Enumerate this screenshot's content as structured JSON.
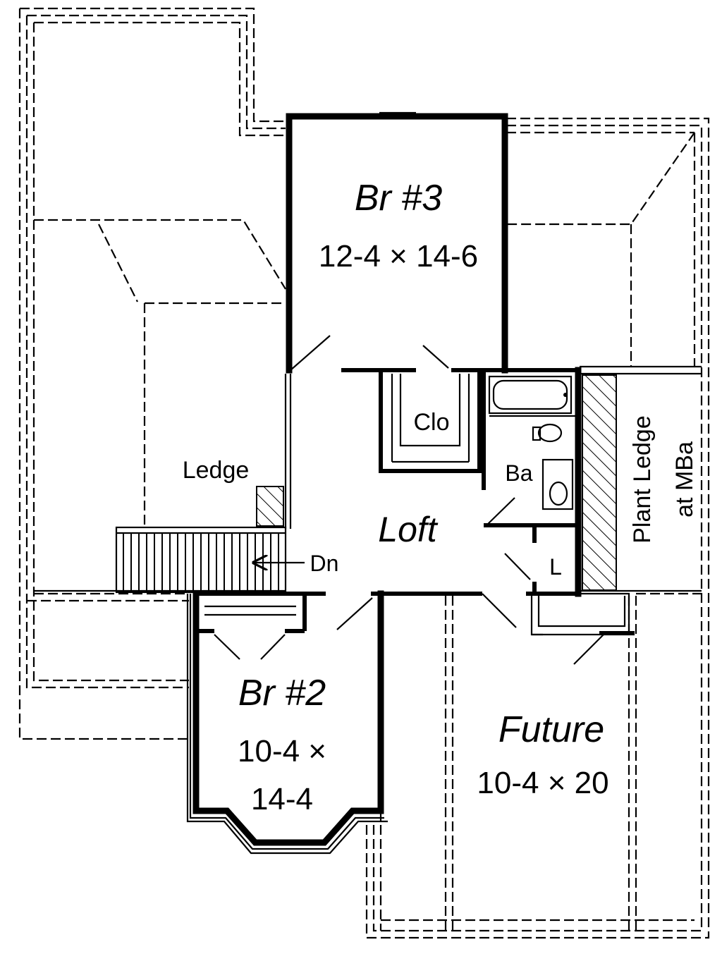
{
  "rooms": {
    "br3": {
      "name": "Br #3",
      "size": "12-4 × 14-6"
    },
    "br2": {
      "name": "Br #2",
      "size_line1": "10-4 ×",
      "size_line2": "14-4"
    },
    "future": {
      "name": "Future",
      "size": "10-4 × 20"
    },
    "loft": {
      "name": "Loft"
    },
    "closet": {
      "name": "Clo"
    },
    "bath": {
      "name": "Ba"
    },
    "linen": {
      "name": "L"
    },
    "ledge": {
      "name": "Ledge"
    },
    "plant_ledge": {
      "line1": "Plant Ledge",
      "line2": "at MBa"
    }
  },
  "stairs": {
    "label": "Dn"
  }
}
